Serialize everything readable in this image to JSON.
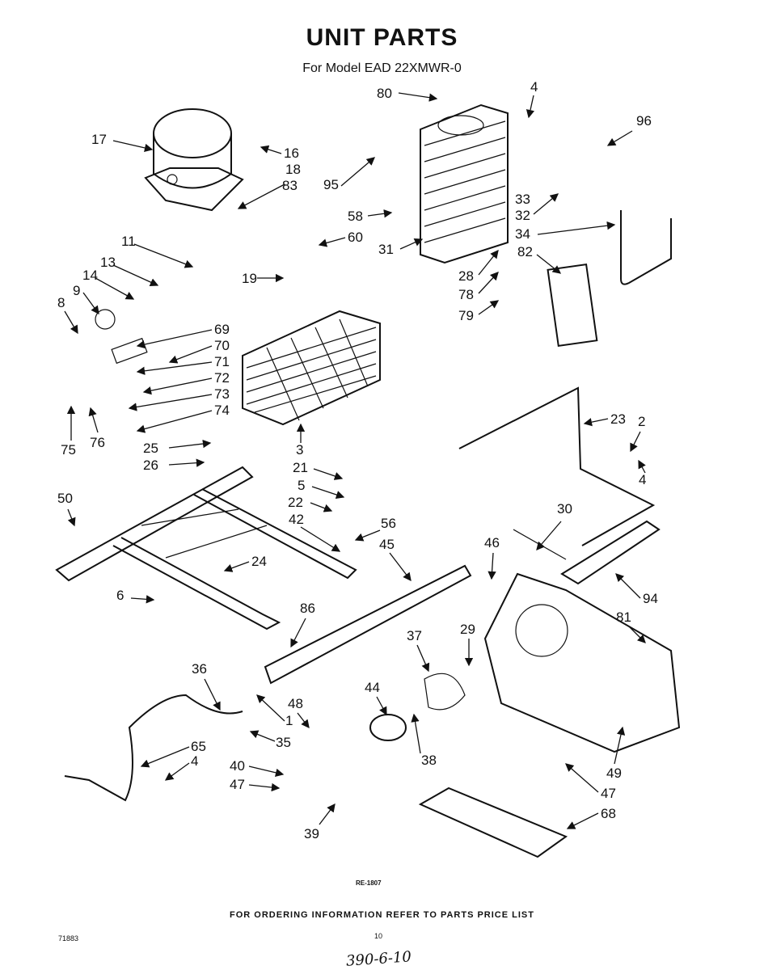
{
  "title": "UNIT PARTS",
  "subtitle": "For Model EAD 22XMWR-0",
  "figure_code": "RE-1807",
  "ordering_note": "FOR ORDERING INFORMATION REFER TO PARTS PRICE LIST",
  "corner_code": "71883",
  "page_number": "10",
  "handwritten_note": "390-6-10",
  "callouts": [
    "80",
    "4",
    "96",
    "17",
    "16",
    "18",
    "83",
    "95",
    "58",
    "31",
    "33",
    "32",
    "34",
    "28",
    "82",
    "78",
    "79",
    "11",
    "13",
    "14",
    "9",
    "8",
    "19",
    "60",
    "69",
    "70",
    "71",
    "72",
    "73",
    "74",
    "75",
    "76",
    "3",
    "25",
    "26",
    "23",
    "2",
    "4",
    "21",
    "5",
    "22",
    "42",
    "56",
    "50",
    "24",
    "6",
    "45",
    "46",
    "30",
    "94",
    "86",
    "81",
    "37",
    "29",
    "36",
    "1",
    "48",
    "35",
    "44",
    "38",
    "65",
    "4",
    "40",
    "47",
    "39",
    "68",
    "49",
    "47"
  ]
}
